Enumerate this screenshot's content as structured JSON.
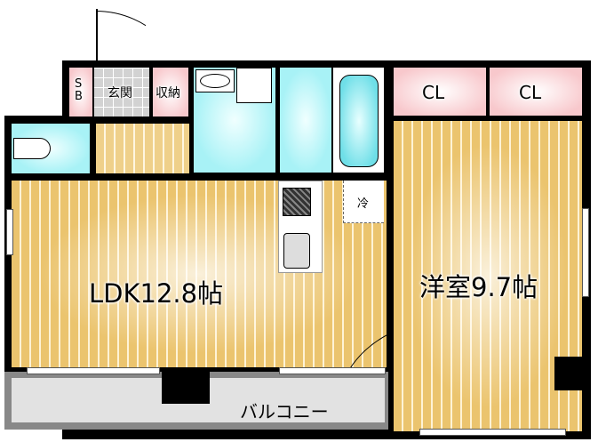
{
  "rooms": {
    "ldk": "LDK12.8帖",
    "western": "洋室9.7帖",
    "balcony": "バルコニー",
    "entrance": "玄関",
    "storage": "収納",
    "shoebox": "SB",
    "closet1": "CL",
    "closet2": "CL",
    "fridge": "冷"
  }
}
